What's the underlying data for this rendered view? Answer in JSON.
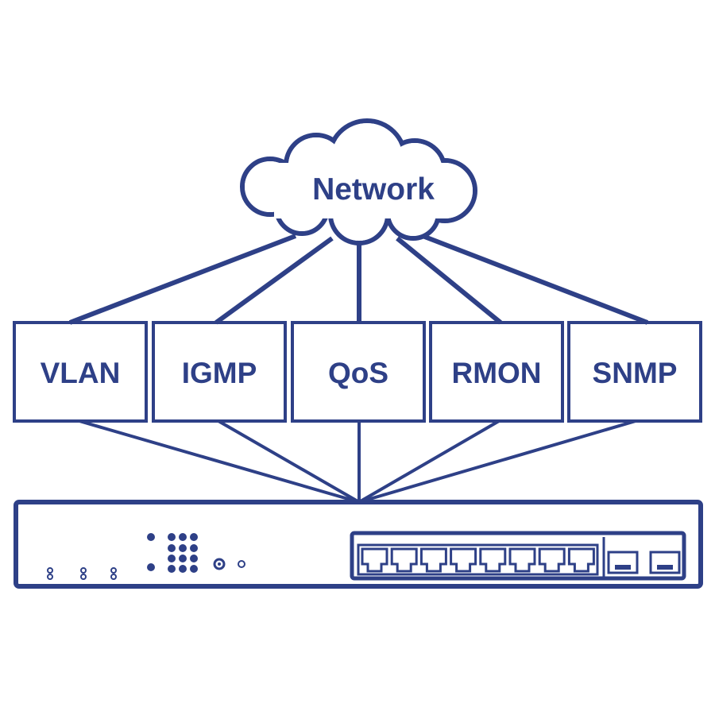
{
  "diagram": {
    "cloud_label": "Network",
    "features": [
      "VLAN",
      "IGMP",
      "QoS",
      "RMON",
      "SNMP"
    ],
    "device": {
      "rj45_port_count": 8,
      "sfp_port_count": 2
    },
    "colors": {
      "primary": "#2e4087",
      "background": "#ffffff"
    }
  }
}
